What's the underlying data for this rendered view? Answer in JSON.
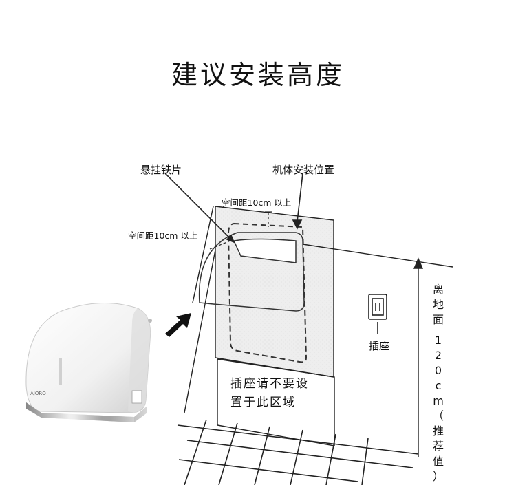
{
  "title": "建议安装高度",
  "labels": {
    "hanging_plate": "悬挂铁片",
    "install_position": "机体安装位置",
    "clearance_top": "空间距10cm 以上",
    "clearance_side": "空间距10cm 以上",
    "socket": "插座",
    "notice_line1": "插座请不要设",
    "notice_line2": "置于此区域",
    "height_text": "离地面 120cm（推荐值）"
  },
  "vertical_chars": [
    "离",
    "地",
    "面",
    "",
    "1",
    "2",
    "0",
    "c",
    "m",
    "（",
    "推",
    "荐",
    "值",
    "）"
  ],
  "product_brand": "AJORO",
  "colors": {
    "line": "#222222",
    "panel": "#efefef",
    "dash": "#333333"
  }
}
